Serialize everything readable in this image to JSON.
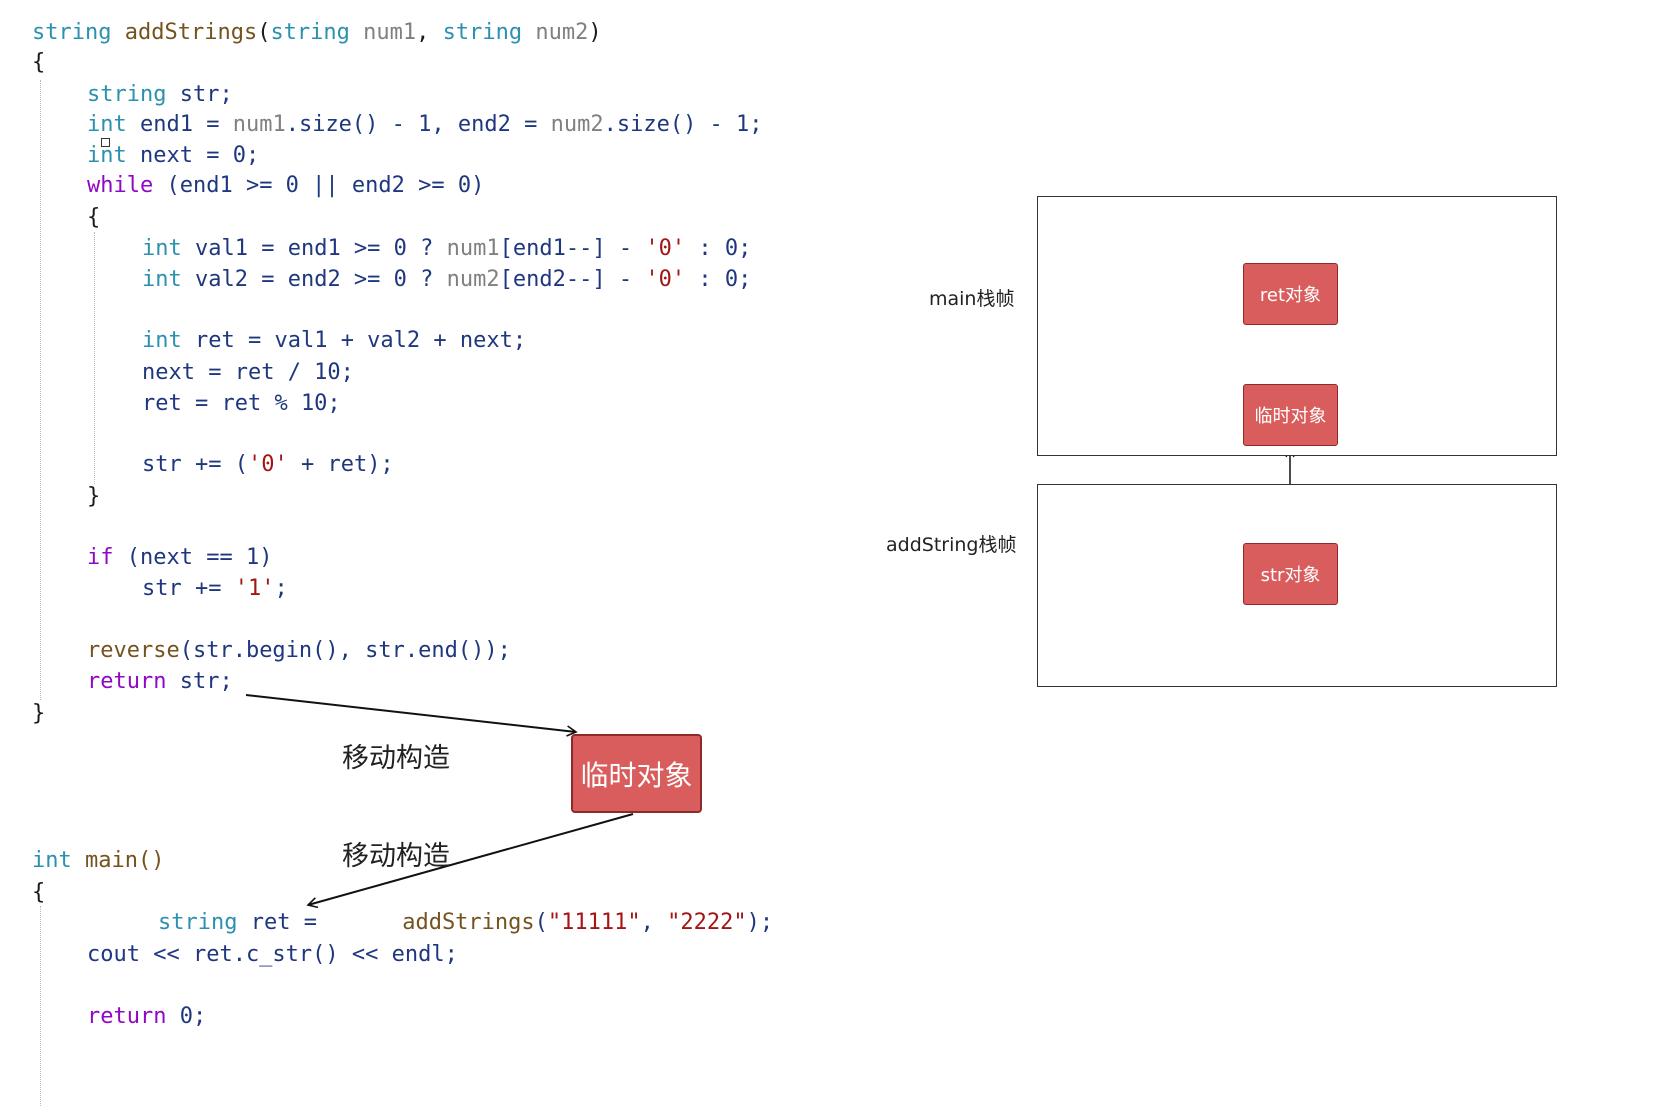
{
  "code": {
    "addStrings": {
      "signature": {
        "ret_type": "string",
        "name": "addStrings",
        "open_paren": "(",
        "p1_type": "string",
        "p1_name": "num1",
        "comma": ", ",
        "p2_type": "string",
        "p2_name": "num2",
        "close_paren": ")"
      },
      "open_brace": "{",
      "l_str_decl": {
        "type": "string",
        "rest": " str;"
      },
      "l_end_decl": {
        "type": "int",
        "a": " end1 = ",
        "b": "num1",
        "c": ".size() - 1, end2 = ",
        "d": "num2",
        "e": ".size() - 1;"
      },
      "l_next_decl": {
        "type": "int",
        "rest": " next = 0;"
      },
      "l_while": {
        "kw": "while",
        "rest": " (end1 >= 0 || end2 >= 0)"
      },
      "l_while_open": "{",
      "l_val1": {
        "type": "int",
        "a": " val1 = end1 >= 0 ? ",
        "b": "num1",
        "c": "[end1--] - ",
        "d": "'0'",
        "e": " : 0;"
      },
      "l_val2": {
        "type": "int",
        "a": " val2 = end2 >= 0 ? ",
        "b": "num2",
        "c": "[end2--] - ",
        "d": "'0'",
        "e": " : 0;"
      },
      "l_ret": {
        "type": "int",
        "rest": " ret = val1 + val2 + next;"
      },
      "l_next_assign": "next = ret / 10;",
      "l_ret_assign": "ret = ret % 10;",
      "l_str_append": {
        "a": "str += (",
        "b": "'0'",
        "c": " + ret);"
      },
      "l_while_close": "}",
      "l_if": {
        "kw": "if",
        "rest": " (next == 1)"
      },
      "l_if_body": {
        "a": "str += ",
        "b": "'1'",
        "c": ";"
      },
      "l_reverse": {
        "fn": "reverse",
        "rest": "(str.begin(), str.end());"
      },
      "l_return": {
        "kw": "return",
        "rest": " str;"
      },
      "close_brace": "}"
    },
    "main": {
      "signature": {
        "type": "int",
        "name": " main()"
      },
      "open_brace": "{",
      "l_decl": {
        "type": "string",
        "a": " ret = ",
        "fn": "addStrings",
        "b": "(",
        "s1": "\"11111\"",
        "c": ", ",
        "s2": "\"2222\"",
        "d": ");"
      },
      "l_cout": "cout << ret.c_str() << endl;",
      "l_return": {
        "kw": "return",
        "rest": " 0;"
      }
    }
  },
  "diagram": {
    "arrow_label_1": "移动构造",
    "arrow_label_2": "移动构造",
    "temp_object": "临时对象",
    "main_frame_label": "main栈帧",
    "addstring_frame_label": "addString栈帧",
    "ret_object": "ret对象",
    "temp_object_small": "临时对象",
    "str_object": "str对象"
  },
  "colors": {
    "object_fill": "#d95d5d",
    "object_border": "#8e2a2a",
    "type_keyword": "#2b91af",
    "control_keyword": "#8f08c4",
    "string_literal": "#a31515",
    "function_name": "#74531f"
  }
}
